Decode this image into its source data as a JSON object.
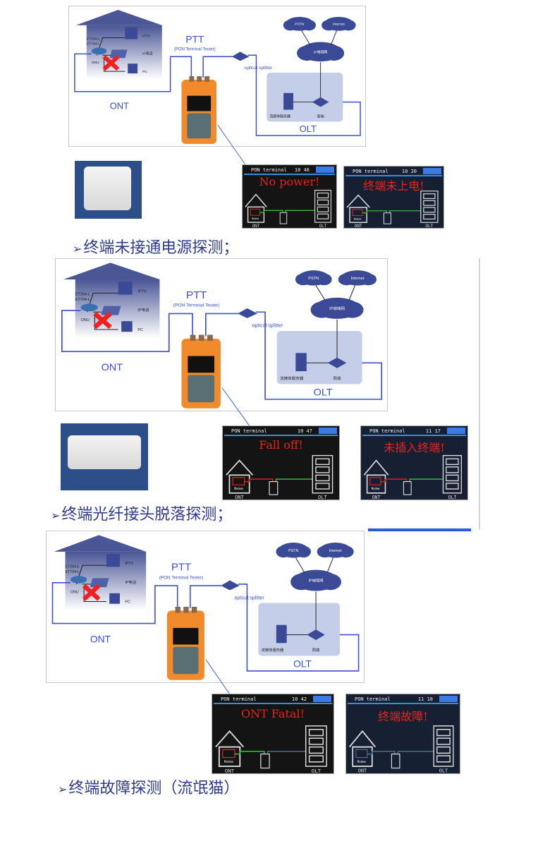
{
  "diagram_labels": {
    "model1": "ET254-L",
    "model2": "ET704-L",
    "iptv": "IPTV",
    "phone": "IP电话",
    "pc": "PC",
    "onu": "ONU",
    "ptt": "PTT",
    "ptt_full": "(PON Terminal Tester)",
    "splitter": "optical splitter",
    "ont": "ONT",
    "pstn": "PSTN",
    "internet": "Internet",
    "metro": "IP城域网",
    "server": "流媒体服务器",
    "office": "局端",
    "olt": "OLT"
  },
  "screen_labels": {
    "title": "PON terminal",
    "ont": "ONT",
    "olt": "OLT",
    "modem": "Modem"
  },
  "colors": {
    "accent": "#3a4fd6",
    "caption": "#2f3b8c",
    "error": "#e8231e",
    "ok_line": "#35c83a"
  },
  "sections": [
    {
      "caption": "终端未接通电源探测；",
      "screens": [
        {
          "time": "10 46",
          "message": "No power!",
          "left_line": "ok",
          "right_line": "ok"
        },
        {
          "time": "10 20",
          "message": "终端未上电!",
          "left_line": "ok",
          "right_line": "ok"
        }
      ]
    },
    {
      "caption": "终端光纤接头脱落探测；",
      "screens": [
        {
          "time": "10 47",
          "message": "Fall off!",
          "left_line": "error",
          "right_line": "ok"
        },
        {
          "time": "11 17",
          "message": "未插入终端!",
          "left_line": "error",
          "right_line": "ok"
        }
      ]
    },
    {
      "caption": "终端故障探测（流氓猫）",
      "screens": [
        {
          "time": "10 42",
          "message": "ONT Fatal!",
          "left_line": "ok",
          "right_line": "dim"
        },
        {
          "time": "11 18",
          "message": "终端故障!",
          "left_line": "dim",
          "right_line": "dim"
        }
      ]
    }
  ]
}
